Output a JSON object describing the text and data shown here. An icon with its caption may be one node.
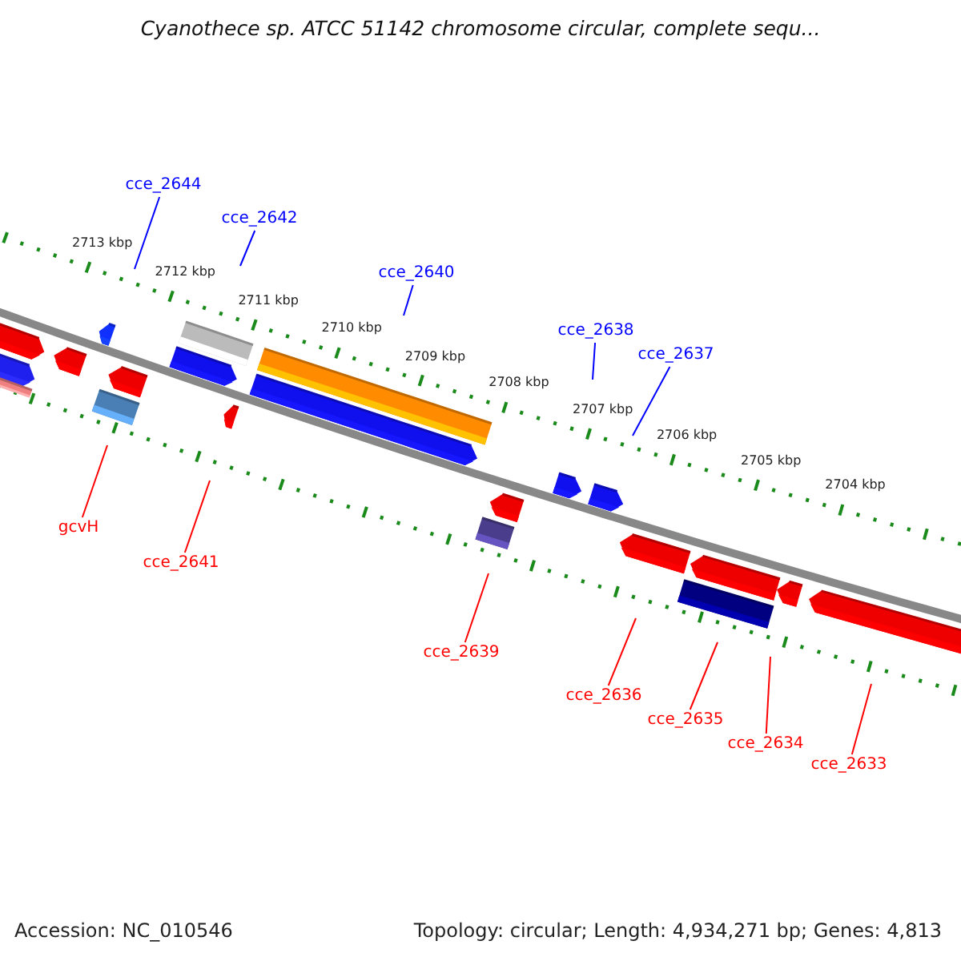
{
  "diagram": {
    "title": "Cyanothece sp. ATCC 51142 chromosome circular, complete sequ...",
    "nodes": [
      {
        "text": [
          "cce_2644"
        ]
      },
      {
        "text": [
          "cce_2642"
        ]
      },
      {
        "text": [
          "cce_2640"
        ]
      },
      {
        "text": [
          "cce_2638"
        ]
      },
      {
        "text": [
          "cce_2637"
        ]
      },
      {
        "text": [
          "gcvH"
        ]
      },
      {
        "text": [
          "cce_2641"
        ]
      },
      {
        "text": [
          "cce_2639"
        ]
      },
      {
        "text": [
          "cce_2636"
        ]
      },
      {
        "text": [
          "cce_2635"
        ]
      },
      {
        "text": [
          "cce_2634"
        ]
      },
      {
        "text": [
          "cce_2633"
        ]
      }
    ],
    "edges": [
      {
        "from": 0,
        "to": null,
        "arrow": "none",
        "color": "#0000ff"
      },
      {
        "from": 1,
        "to": null,
        "arrow": "none",
        "color": "#0000ff"
      },
      {
        "from": 2,
        "to": null,
        "arrow": "none",
        "color": "#0000ff"
      },
      {
        "from": 3,
        "to": null,
        "arrow": "none",
        "color": "#0000ff"
      },
      {
        "from": 4,
        "to": null,
        "arrow": "none",
        "color": "#0000ff"
      },
      {
        "from": 5,
        "to": null,
        "arrow": "none"
      },
      {
        "from": 6,
        "to": null,
        "arrow": "none"
      },
      {
        "from": 7,
        "to": null,
        "arrow": "none"
      },
      {
        "from": 8,
        "to": null,
        "arrow": "none"
      },
      {
        "from": 9,
        "to": null,
        "arrow": "none"
      },
      {
        "from": 10,
        "to": null,
        "arrow": "none"
      },
      {
        "from": 11,
        "to": null,
        "arrow": "none"
      }
    ],
    "labels": [
      "2713 kbp",
      "2712 kbp",
      "2711 kbp",
      "2710 kbp",
      "2709 kbp",
      "2708 kbp",
      "2707 kbp",
      "2706 kbp",
      "2705 kbp",
      "2704 kbp",
      "Accession: NC_010546",
      "Topology: circular; Length: 4,934,271 bp; Genes: 4,813"
    ]
  }
}
